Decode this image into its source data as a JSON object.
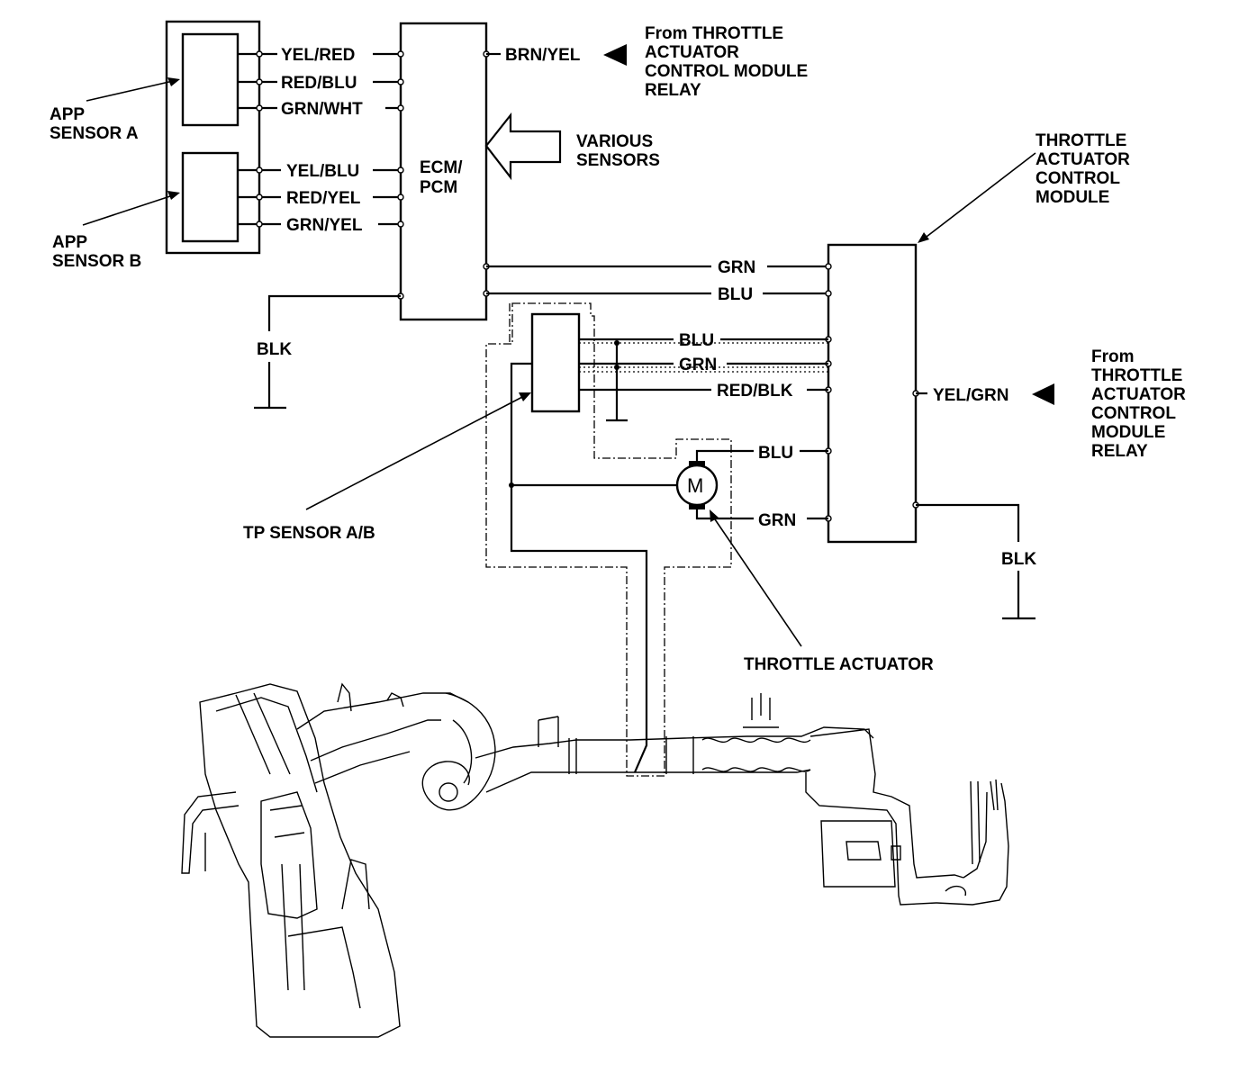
{
  "components": {
    "ecm_label_line1": "ECM/",
    "ecm_label_line2": "PCM",
    "app_sensor_a": [
      "APP",
      "SENSOR A"
    ],
    "app_sensor_b": [
      "APP",
      "SENSOR B"
    ],
    "tacm_title": [
      "THROTTLE",
      "ACTUATOR",
      "CONTROL",
      "MODULE"
    ],
    "tp_sensor": "TP SENSOR A/B",
    "throttle_actuator": "THROTTLE ACTUATOR",
    "motor_symbol": "M"
  },
  "wires": {
    "app_a": [
      "YEL/RED",
      "RED/BLU",
      "GRN/WHT"
    ],
    "app_b": [
      "YEL/BLU",
      "RED/YEL",
      "GRN/YEL"
    ],
    "ecm_relay_in": "BRN/YEL",
    "ecm_to_tacm": [
      "GRN",
      "BLU"
    ],
    "ecm_ground": "BLK",
    "tp_to_tacm": [
      "BLU",
      "GRN",
      "RED/BLK"
    ],
    "motor_to_tacm": [
      "BLU",
      "GRN"
    ],
    "tacm_relay_in": "YEL/GRN",
    "tacm_ground": "BLK"
  },
  "notes": {
    "from_relay_top": [
      "From THROTTLE",
      "ACTUATOR",
      "CONTROL MODULE",
      "RELAY"
    ],
    "various_sensors": [
      "VARIOUS",
      "SENSORS"
    ],
    "from_relay_right": [
      "From",
      "THROTTLE",
      "ACTUATOR",
      "CONTROL",
      "MODULE",
      "RELAY"
    ]
  }
}
